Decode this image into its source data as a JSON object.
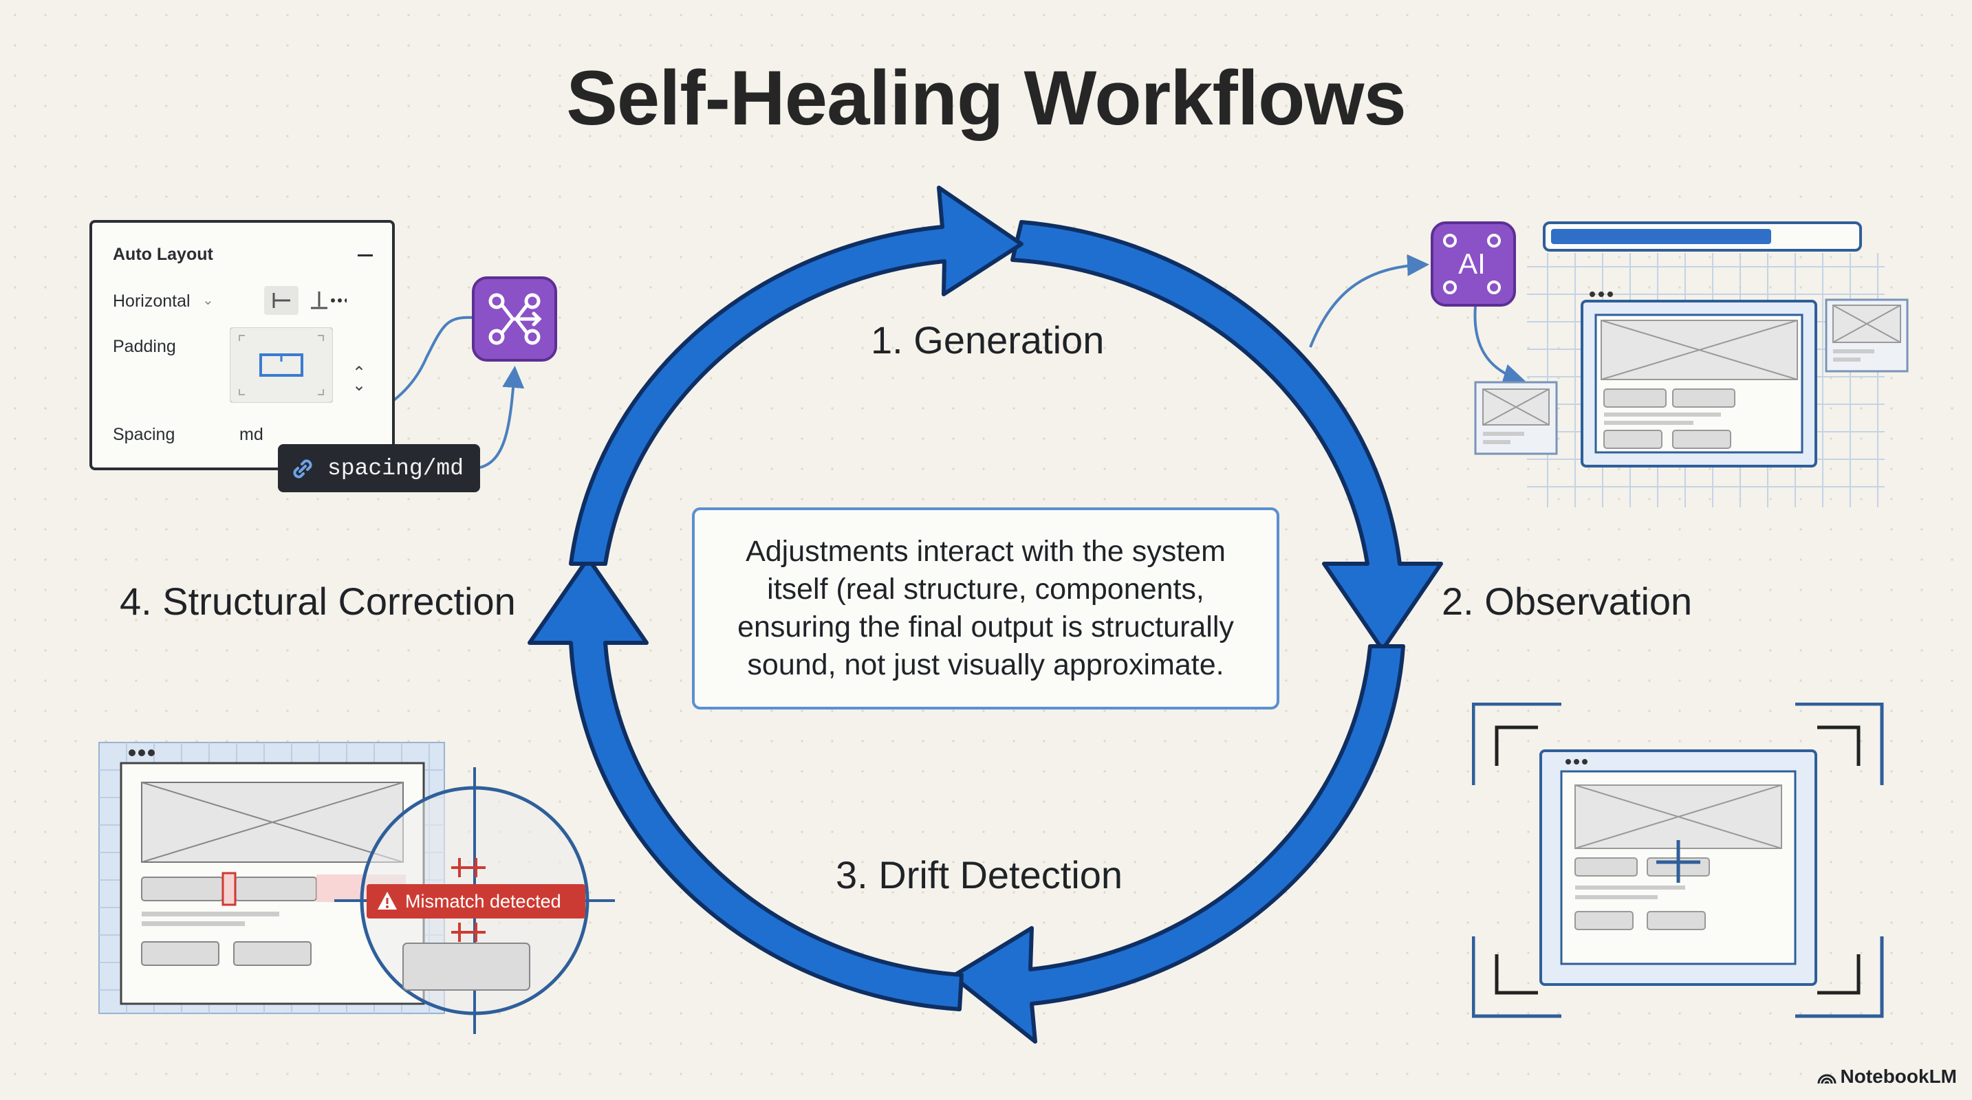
{
  "title": "Self-Healing Workflows",
  "stages": {
    "generation": "1. Generation",
    "observation": "2. Observation",
    "drift_detection": "3. Drift Detection",
    "structural_correction": "4. Structural Correction"
  },
  "center_text": "Adjustments interact with the system itself (real structure, components, ensuring the final output is structurally sound, not just visually approximate.",
  "auto_layout_panel": {
    "title": "Auto Layout",
    "direction": "Horizontal",
    "padding_label": "Padding",
    "spacing_label": "Spacing",
    "spacing_value": "md",
    "token_chip": "spacing/md"
  },
  "ai_badge": "AI",
  "mismatch_label": "Mismatch detected",
  "brand": "NotebookLM",
  "colors": {
    "cycle_blue": "#1f6fd1",
    "purple_node": "#8a52c6",
    "alert_red": "#cc3b33",
    "wire_blue": "#4b7fbf"
  },
  "icons": [
    "network-icon",
    "ai-network-icon",
    "link-icon",
    "warning-icon",
    "notebooklm-logo-icon"
  ]
}
